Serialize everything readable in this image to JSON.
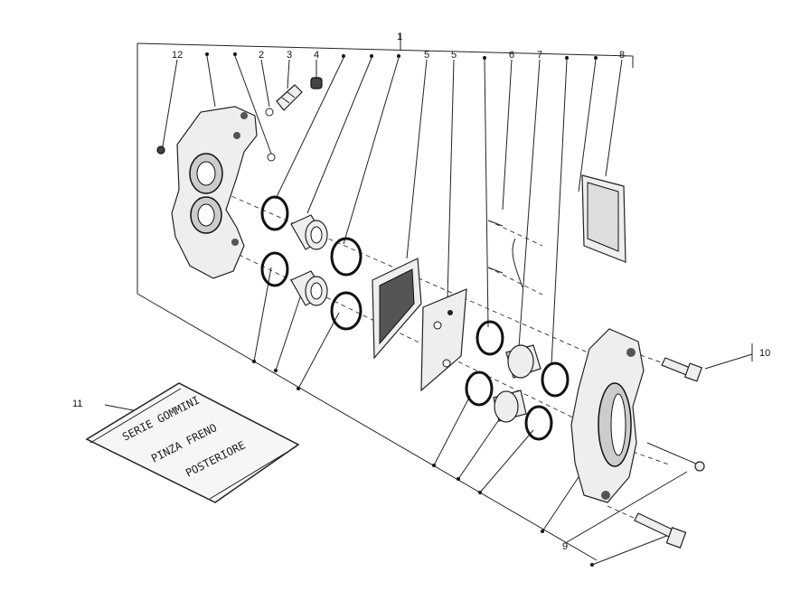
{
  "callouts": {
    "c1": "1",
    "c2": "2",
    "c3": "3",
    "c4": "4",
    "c5a": "5",
    "c5b": "5",
    "c6": "6",
    "c7": "7",
    "c8": "8",
    "c9": "9",
    "c10": "10",
    "c11": "11",
    "c12": "12"
  },
  "kit_bag": {
    "line1": "SERIE GOMMINI",
    "line2": "PINZA FRENO",
    "line3": "POSTERIORE"
  }
}
